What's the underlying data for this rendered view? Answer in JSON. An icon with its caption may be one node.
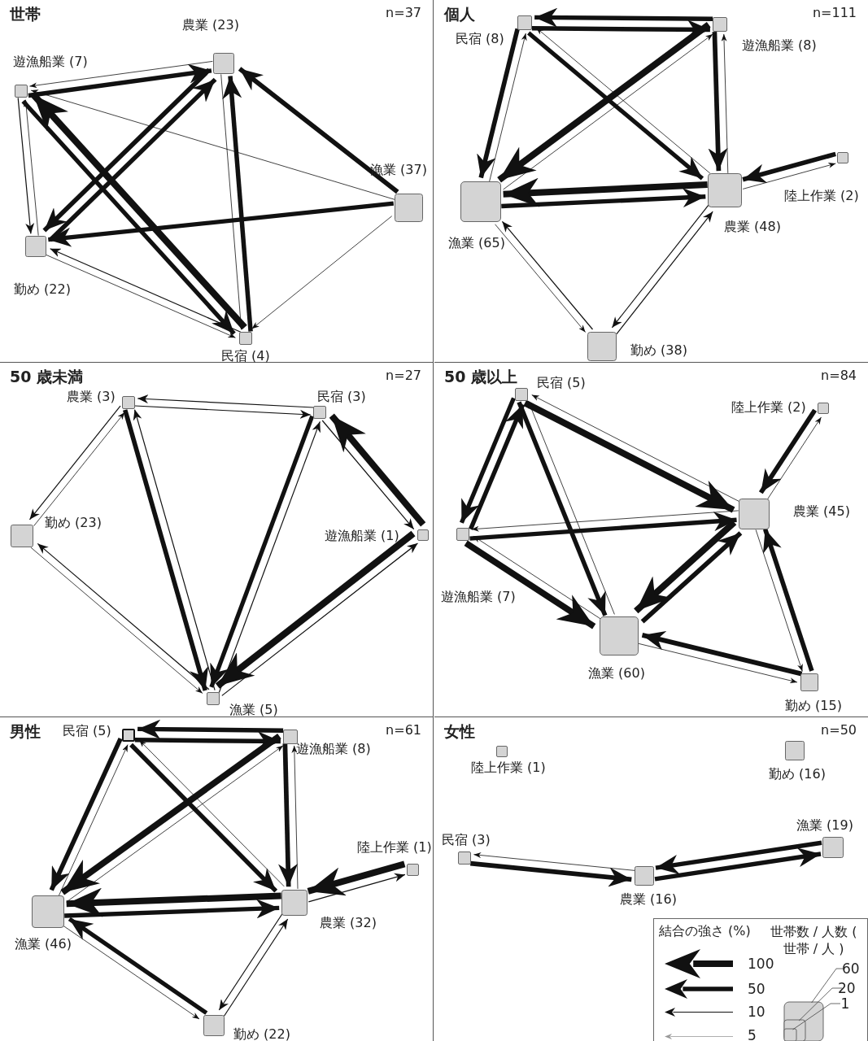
{
  "diagram": {
    "nodes": [
      {
        "text": [
          "世帯",
          "n=37"
        ]
      },
      {
        "text": [
          "農業 (23)"
        ],
        "in": 0
      },
      {
        "text": [
          "遊漁船業 (7)"
        ],
        "in": 0
      },
      {
        "text": [
          "漁業 (37)"
        ],
        "in": 0
      },
      {
        "text": [
          "勤め (22)"
        ],
        "in": 0
      },
      {
        "text": [
          "民宿 (4)"
        ],
        "in": 0
      },
      {
        "text": [
          "個人",
          "n=111"
        ]
      },
      {
        "text": [
          "民宿 (8)"
        ],
        "in": 6
      },
      {
        "text": [
          "遊漁船業 (8)"
        ],
        "in": 6
      },
      {
        "text": [
          "陸上作業 (2)"
        ],
        "in": 6
      },
      {
        "text": [
          "農業 (48)"
        ],
        "in": 6
      },
      {
        "text": [
          "漁業 (65)"
        ],
        "in": 6
      },
      {
        "text": [
          "勤め (38)"
        ],
        "in": 6
      },
      {
        "text": [
          "50 歳未満",
          "n=27"
        ]
      },
      {
        "text": [
          "農業 (3)"
        ],
        "in": 13
      },
      {
        "text": [
          "民宿 (3)"
        ],
        "in": 13
      },
      {
        "text": [
          "遊漁船業 (1)"
        ],
        "in": 13
      },
      {
        "text": [
          "勤め (23)"
        ],
        "in": 13
      },
      {
        "text": [
          "漁業 (5)"
        ],
        "in": 13
      },
      {
        "text": [
          "50 歳以上",
          "n=84"
        ]
      },
      {
        "text": [
          "民宿 (5)"
        ],
        "in": 19
      },
      {
        "text": [
          "陸上作業 (2)"
        ],
        "in": 19
      },
      {
        "text": [
          "農業 (45)"
        ],
        "in": 19
      },
      {
        "text": [
          "遊漁船業 (7)"
        ],
        "in": 19
      },
      {
        "text": [
          "漁業 (60)"
        ],
        "in": 19
      },
      {
        "text": [
          "勤め (15)"
        ],
        "in": 19
      },
      {
        "text": [
          "男性",
          "n=61"
        ]
      },
      {
        "text": [
          "民宿 (5)"
        ],
        "in": 26
      },
      {
        "text": [
          "遊漁船業 (8)"
        ],
        "in": 26
      },
      {
        "text": [
          "陸上作業 (1)"
        ],
        "in": 26
      },
      {
        "text": [
          "農業 (32)"
        ],
        "in": 26
      },
      {
        "text": [
          "漁業 (46)"
        ],
        "in": 26
      },
      {
        "text": [
          "勤め (22)"
        ],
        "in": 26
      },
      {
        "text": [
          "女性",
          "n=50"
        ]
      },
      {
        "text": [
          "陸上作業 (1)"
        ],
        "in": 33
      },
      {
        "text": [
          "勤め (16)"
        ],
        "in": 33
      },
      {
        "text": [
          "漁業 (19)"
        ],
        "in": 33
      },
      {
        "text": [
          "民宿 (3)"
        ],
        "in": 33
      },
      {
        "text": [
          "農業 (16)"
        ],
        "in": 33
      }
    ],
    "edges": [
      {
        "from": 1,
        "to": 2,
        "arrow": "to"
      },
      {
        "from": 2,
        "to": 1,
        "arrow": "to"
      },
      {
        "from": 4,
        "to": 1,
        "arrow": "to"
      },
      {
        "from": 1,
        "to": 4,
        "arrow": "to"
      },
      {
        "from": 5,
        "to": 2,
        "arrow": "to"
      },
      {
        "from": 2,
        "to": 5,
        "arrow": "to"
      },
      {
        "from": 2,
        "to": 4,
        "arrow": "to"
      },
      {
        "from": 4,
        "to": 2,
        "arrow": "to"
      },
      {
        "from": 3,
        "to": 2,
        "arrow": "to"
      },
      {
        "from": 3,
        "to": 1,
        "arrow": "to"
      },
      {
        "from": 3,
        "to": 4,
        "arrow": "to"
      },
      {
        "from": 3,
        "to": 5,
        "arrow": "to"
      },
      {
        "from": 5,
        "to": 1,
        "arrow": "to"
      },
      {
        "from": 1,
        "to": 5,
        "arrow": "to"
      },
      {
        "from": 5,
        "to": 4,
        "arrow": "to"
      },
      {
        "from": 4,
        "to": 5,
        "arrow": "to"
      },
      {
        "from": 8,
        "to": 7,
        "arrow": "to"
      },
      {
        "from": 7,
        "to": 8,
        "arrow": "to"
      },
      {
        "from": 7,
        "to": 11,
        "arrow": "to"
      },
      {
        "from": 11,
        "to": 7,
        "arrow": "to"
      },
      {
        "from": 7,
        "to": 10,
        "arrow": "to"
      },
      {
        "from": 10,
        "to": 7,
        "arrow": "to"
      },
      {
        "from": 8,
        "to": 11,
        "arrow": "to"
      },
      {
        "from": 11,
        "to": 8,
        "arrow": "to"
      },
      {
        "from": 8,
        "to": 10,
        "arrow": "to"
      },
      {
        "from": 10,
        "to": 8,
        "arrow": "to"
      },
      {
        "from": 11,
        "to": 10,
        "arrow": "to"
      },
      {
        "from": 10,
        "to": 11,
        "arrow": "to"
      },
      {
        "from": 9,
        "to": 10,
        "arrow": "to"
      },
      {
        "from": 10,
        "to": 9,
        "arrow": "to"
      },
      {
        "from": 11,
        "to": 12,
        "arrow": "to"
      },
      {
        "from": 12,
        "to": 11,
        "arrow": "to"
      },
      {
        "from": 10,
        "to": 12,
        "arrow": "to"
      },
      {
        "from": 12,
        "to": 10,
        "arrow": "to"
      },
      {
        "from": 15,
        "to": 14,
        "arrow": "to"
      },
      {
        "from": 14,
        "to": 15,
        "arrow": "to"
      },
      {
        "from": 14,
        "to": 17,
        "arrow": "to"
      },
      {
        "from": 17,
        "to": 14,
        "arrow": "to"
      },
      {
        "from": 14,
        "to": 18,
        "arrow": "to"
      },
      {
        "from": 18,
        "to": 14,
        "arrow": "to"
      },
      {
        "from": 15,
        "to": 18,
        "arrow": "to"
      },
      {
        "from": 18,
        "to": 15,
        "arrow": "to"
      },
      {
        "from": 16,
        "to": 15,
        "arrow": "to"
      },
      {
        "from": 15,
        "to": 16,
        "arrow": "to"
      },
      {
        "from": 16,
        "to": 18,
        "arrow": "to"
      },
      {
        "from": 18,
        "to": 16,
        "arrow": "to"
      },
      {
        "from": 18,
        "to": 17,
        "arrow": "to"
      },
      {
        "from": 17,
        "to": 18,
        "arrow": "to"
      },
      {
        "from": 20,
        "to": 22,
        "arrow": "to"
      },
      {
        "from": 22,
        "to": 20,
        "arrow": "to"
      },
      {
        "from": 20,
        "to": 23,
        "arrow": "to"
      },
      {
        "from": 23,
        "to": 20,
        "arrow": "to"
      },
      {
        "from": 20,
        "to": 24,
        "arrow": "to"
      },
      {
        "from": 24,
        "to": 20,
        "arrow": "to"
      },
      {
        "from": 21,
        "to": 22,
        "arrow": "to"
      },
      {
        "from": 22,
        "to": 21,
        "arrow": "to"
      },
      {
        "from": 23,
        "to": 22,
        "arrow": "to"
      },
      {
        "from": 22,
        "to": 23,
        "arrow": "to"
      },
      {
        "from": 22,
        "to": 24,
        "arrow": "to"
      },
      {
        "from": 24,
        "to": 22,
        "arrow": "to"
      },
      {
        "from": 23,
        "to": 24,
        "arrow": "to"
      },
      {
        "from": 24,
        "to": 23,
        "arrow": "to"
      },
      {
        "from": 22,
        "to": 25,
        "arrow": "to"
      },
      {
        "from": 25,
        "to": 22,
        "arrow": "to"
      },
      {
        "from": 25,
        "to": 24,
        "arrow": "to"
      },
      {
        "from": 24,
        "to": 25,
        "arrow": "to"
      },
      {
        "from": 28,
        "to": 27,
        "arrow": "to"
      },
      {
        "from": 27,
        "to": 28,
        "arrow": "to"
      },
      {
        "from": 27,
        "to": 31,
        "arrow": "to"
      },
      {
        "from": 31,
        "to": 27,
        "arrow": "to"
      },
      {
        "from": 28,
        "to": 31,
        "arrow": "to"
      },
      {
        "from": 31,
        "to": 28,
        "arrow": "to"
      },
      {
        "from": 27,
        "to": 30,
        "arrow": "to"
      },
      {
        "from": 30,
        "to": 27,
        "arrow": "to"
      },
      {
        "from": 28,
        "to": 30,
        "arrow": "to"
      },
      {
        "from": 30,
        "to": 28,
        "arrow": "to"
      },
      {
        "from": 31,
        "to": 30,
        "arrow": "to"
      },
      {
        "from": 30,
        "to": 31,
        "arrow": "to"
      },
      {
        "from": 29,
        "to": 30,
        "arrow": "to"
      },
      {
        "from": 30,
        "to": 29,
        "arrow": "to"
      },
      {
        "from": 31,
        "to": 32,
        "arrow": "to"
      },
      {
        "from": 32,
        "to": 31,
        "arrow": "to"
      },
      {
        "from": 32,
        "to": 30,
        "arrow": "to"
      },
      {
        "from": 30,
        "to": 32,
        "arrow": "to"
      },
      {
        "from": 37,
        "to": 38,
        "arrow": "to"
      },
      {
        "from": 38,
        "to": 37,
        "arrow": "to"
      },
      {
        "from": 38,
        "to": 36,
        "arrow": "to"
      },
      {
        "from": 36,
        "to": 38,
        "arrow": "to"
      }
    ],
    "labels": [
      "結合の強さ (%)",
      "世帯数 / 人数 ( 世帯 / 人 )"
    ],
    "legend": [
      {
        "text": "100"
      },
      {
        "text": "50"
      },
      {
        "text": "10"
      },
      {
        "text": "5"
      },
      {
        "text": "60"
      },
      {
        "text": "20"
      },
      {
        "text": "1"
      }
    ]
  }
}
